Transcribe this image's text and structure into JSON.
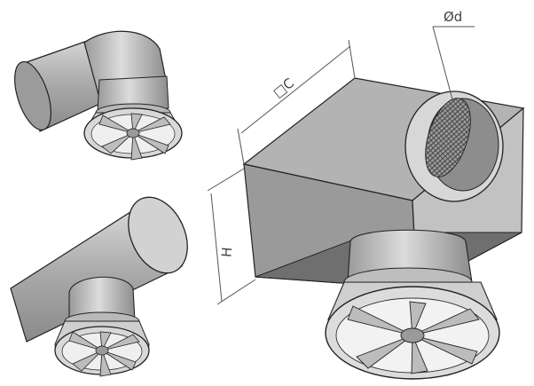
{
  "dimensions": {
    "width_label": "□C",
    "height_label": "H",
    "diameter_label": "Ød"
  },
  "variants": [
    {
      "name": "elbow-connection-fan"
    },
    {
      "name": "tee-connection-fan"
    },
    {
      "name": "box-plenum-fan"
    }
  ],
  "colors": {
    "metal_light": "#c8c8c8",
    "metal_mid": "#a6a6a6",
    "metal_dark": "#7d7d7d",
    "outline": "#222222",
    "dimension_line": "#555555"
  }
}
